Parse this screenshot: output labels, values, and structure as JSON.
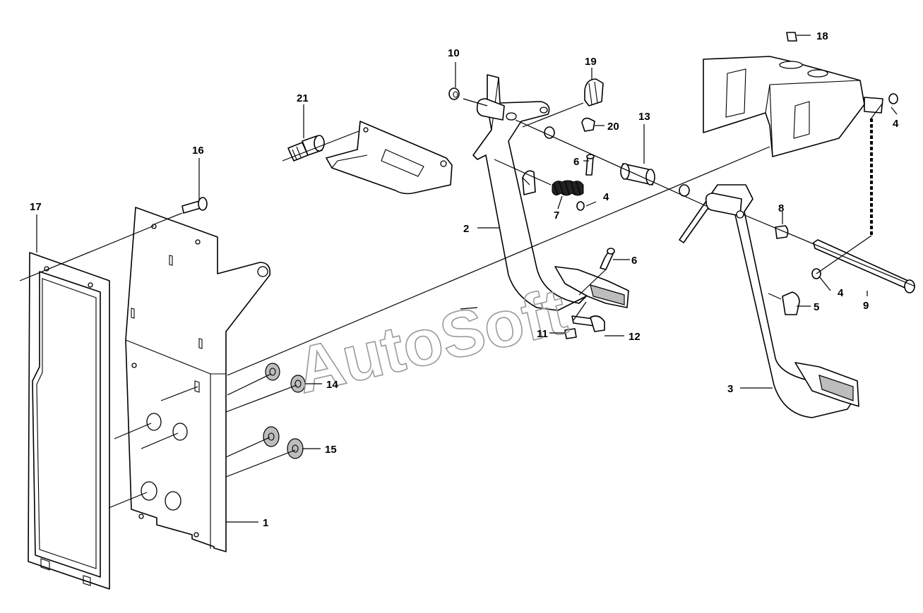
{
  "watermark": "AutoSoft",
  "callouts": [
    "1",
    "2",
    "3",
    "4",
    "4",
    "5",
    "6",
    "6",
    "7",
    "8",
    "9",
    "10",
    "11",
    "12",
    "13",
    "14",
    "15",
    "16",
    "17",
    "18",
    "19",
    "20",
    "21"
  ]
}
